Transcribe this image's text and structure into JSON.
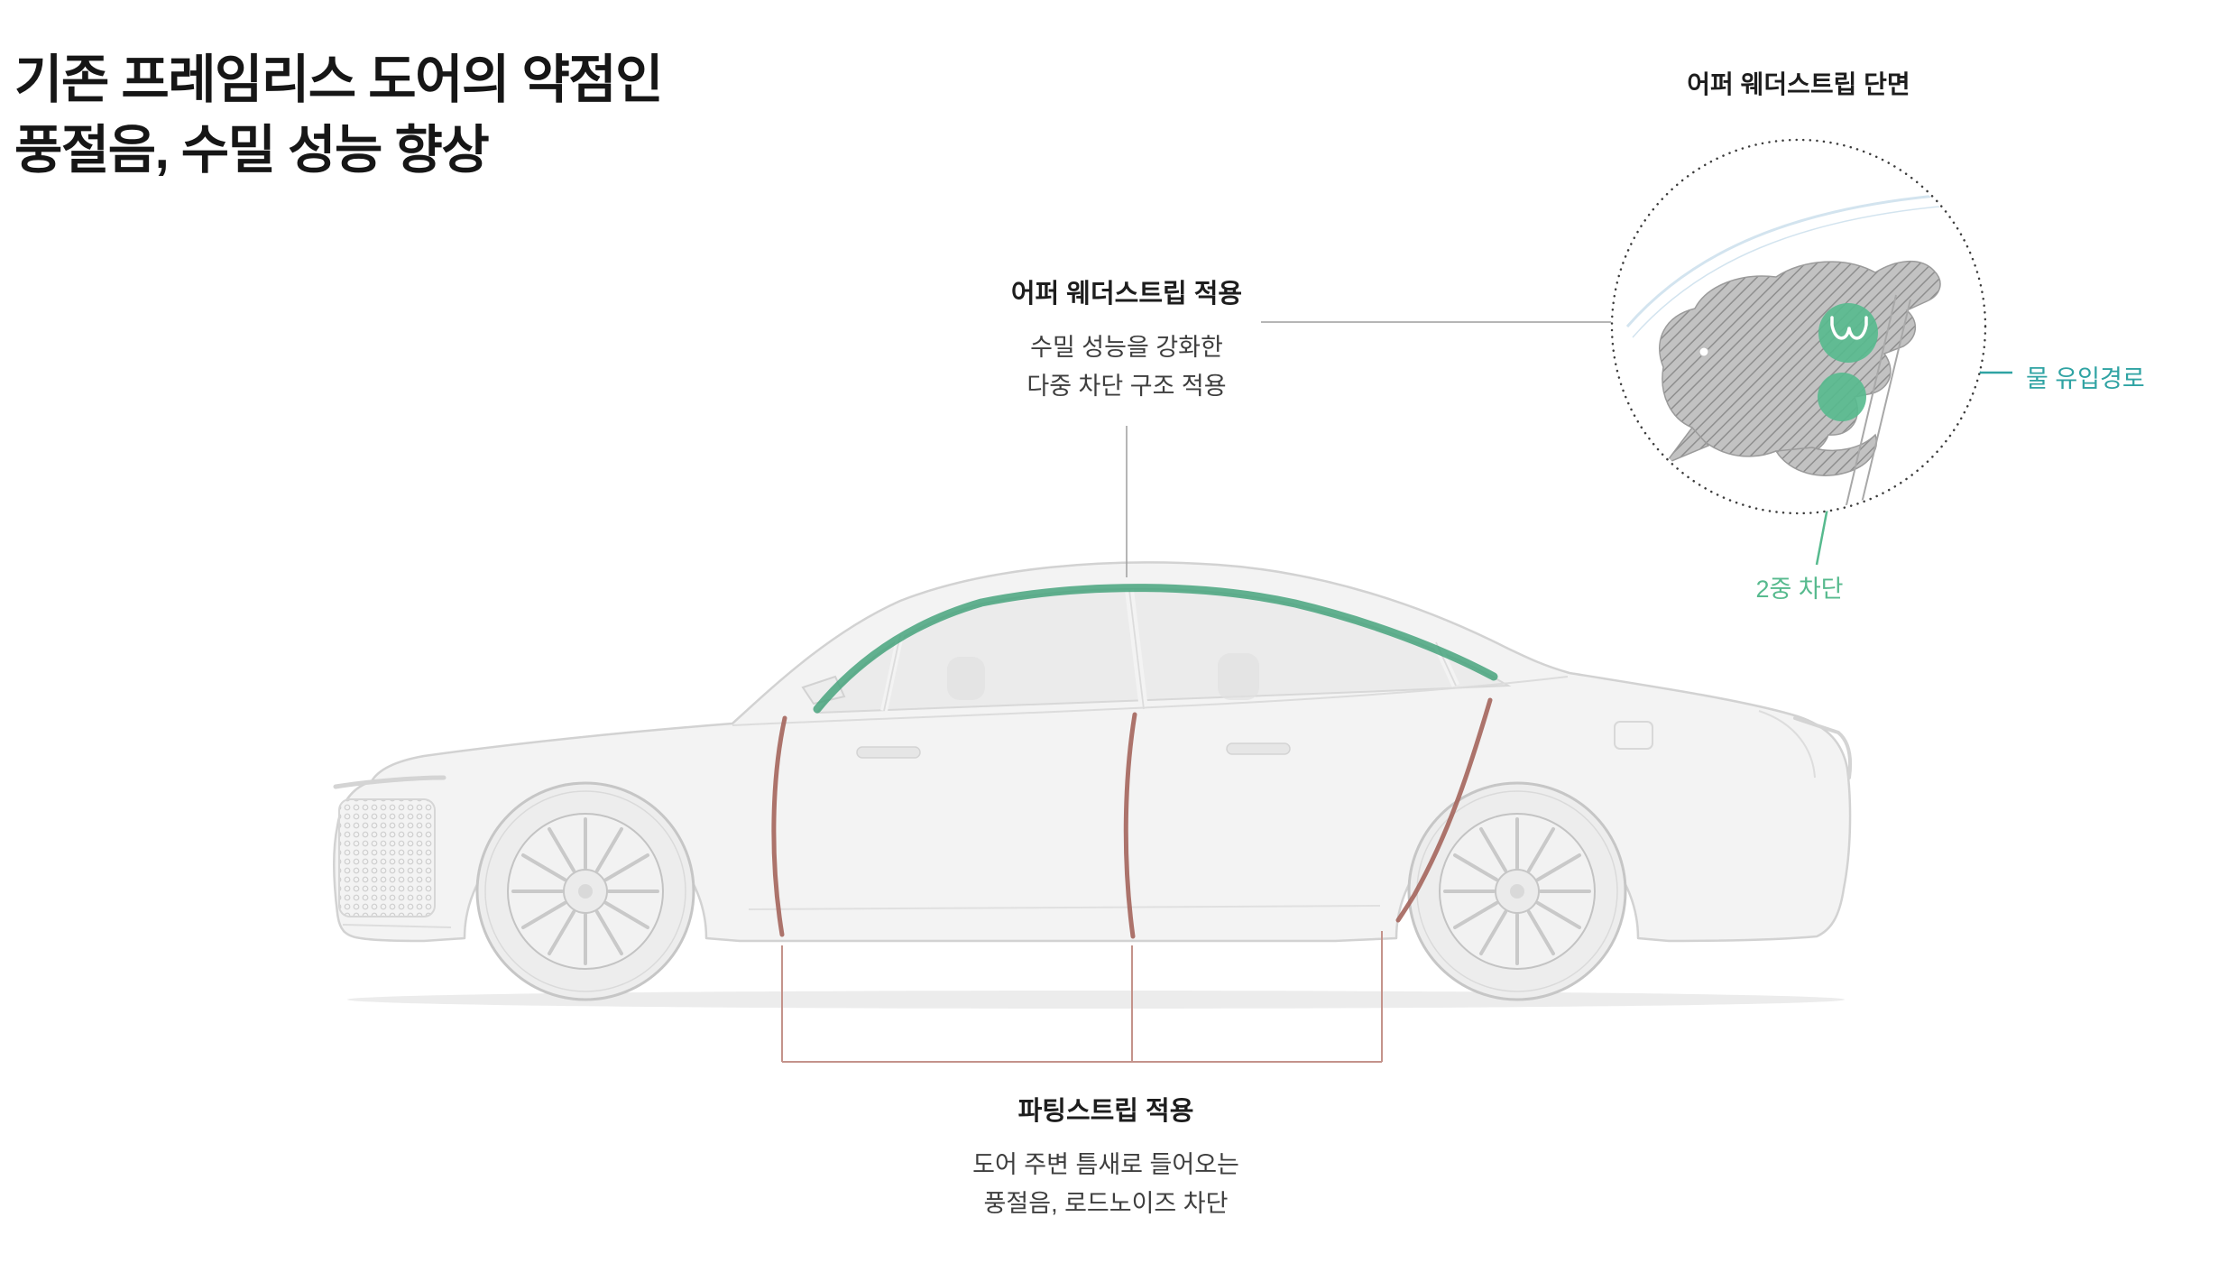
{
  "heading": {
    "line1": "기존 프레임리스 도어의 약점인",
    "line2": "풍절음, 수밀 성능 향상"
  },
  "upper_weatherstrip": {
    "title": "어퍼 웨더스트립 적용",
    "desc_line1": "수밀 성능을 강화한",
    "desc_line2": "다중 차단 구조 적용"
  },
  "parting_strip": {
    "title": "파팅스트립 적용",
    "desc_line1": "도어 주변 틈새로 들어오는",
    "desc_line2": "풍절음, 로드노이즈 차단"
  },
  "callout": {
    "title": "어퍼 웨더스트립 단면",
    "water_path_label": "물 유입경로",
    "double_block_label": "2중 차단"
  },
  "colors": {
    "accent_green": "#46a37c",
    "accent_mint": "#57ba8e",
    "accent_teal": "#2fa3a3",
    "accent_red": "#a4655c",
    "bracket_red": "#c4938b",
    "text_primary": "#161616",
    "text_secondary": "#3e3e3e",
    "car_body": "#f3f3f3",
    "car_line": "#d2d2d2"
  }
}
